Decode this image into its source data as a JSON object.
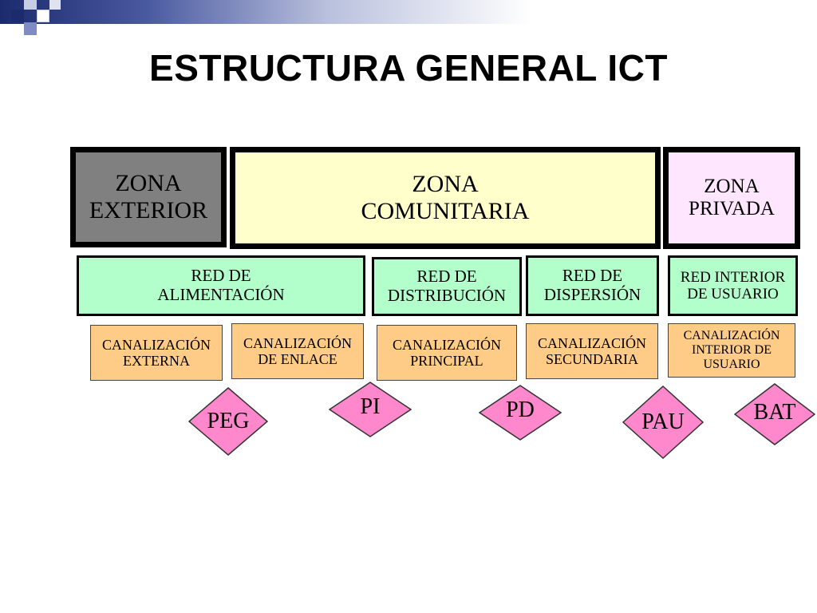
{
  "title": "ESTRUCTURA GENERAL ICT",
  "colors": {
    "zona_exterior": "#808080",
    "zona_comunitaria": "#ffffcc",
    "zona_privada": "#ffe6ff",
    "red": "#b3ffcc",
    "canalizacion": "#ffcc88",
    "diamond": "#ff88cc"
  },
  "zones": {
    "exterior": {
      "line1": "ZONA",
      "line2": "EXTERIOR"
    },
    "comunitaria": {
      "line1": "ZONA",
      "line2": "COMUNITARIA"
    },
    "privada": {
      "line1": "ZONA",
      "line2": "PRIVADA"
    }
  },
  "redes": {
    "alimentacion": {
      "line1": "RED DE",
      "line2": "ALIMENTACIÓN"
    },
    "distribucion": {
      "line1": "RED DE",
      "line2": "DISTRIBUCIÓN"
    },
    "dispersion": {
      "line1": "RED DE",
      "line2": "DISPERSIÓN"
    },
    "interior": {
      "line1": "RED INTERIOR",
      "line2": "DE USUARIO"
    }
  },
  "canalizaciones": {
    "externa": {
      "line1": "CANALIZACIÓN",
      "line2": "EXTERNA"
    },
    "enlace": {
      "line1": "CANALIZACIÓN",
      "line2": "DE ENLACE"
    },
    "principal": {
      "line1": "CANALIZACIÓN",
      "line2": "PRINCIPAL"
    },
    "secundaria": {
      "line1": "CANALIZACIÓN",
      "line2": "SECUNDARIA"
    },
    "interior": {
      "line1": "CANALIZACIÓN",
      "line2": "INTERIOR DE",
      "line3": "USUARIO"
    }
  },
  "puntos": {
    "peg": "PEG",
    "pi": "PI",
    "pd": "PD",
    "pau": "PAU",
    "bat": "BAT"
  }
}
